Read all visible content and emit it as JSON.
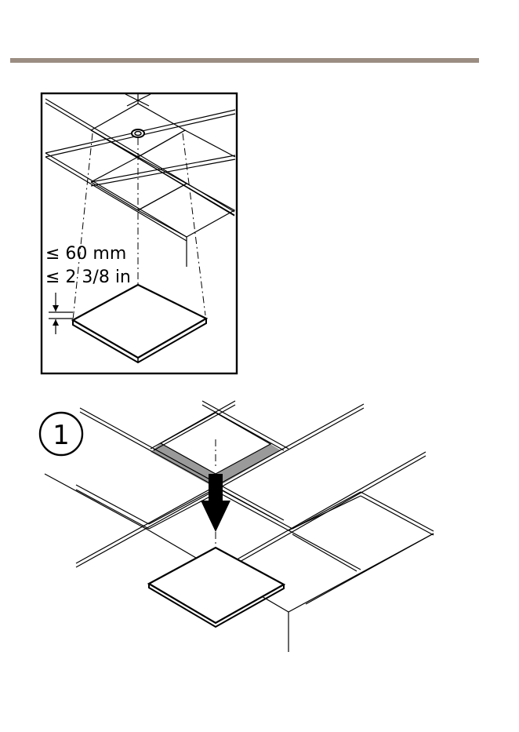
{
  "header": {
    "rule_color": "#9b8d82"
  },
  "detail": {
    "max_height_mm": "≤ 60 mm",
    "max_height_in": "≤ 2 3/8 in"
  },
  "step": {
    "number": "1"
  },
  "colors": {
    "ink": "#000000",
    "highlight": "#9a9a9a"
  },
  "icons": [
    "arrow-down-icon",
    "step-number-badge",
    "dimension-arrow-icon"
  ]
}
